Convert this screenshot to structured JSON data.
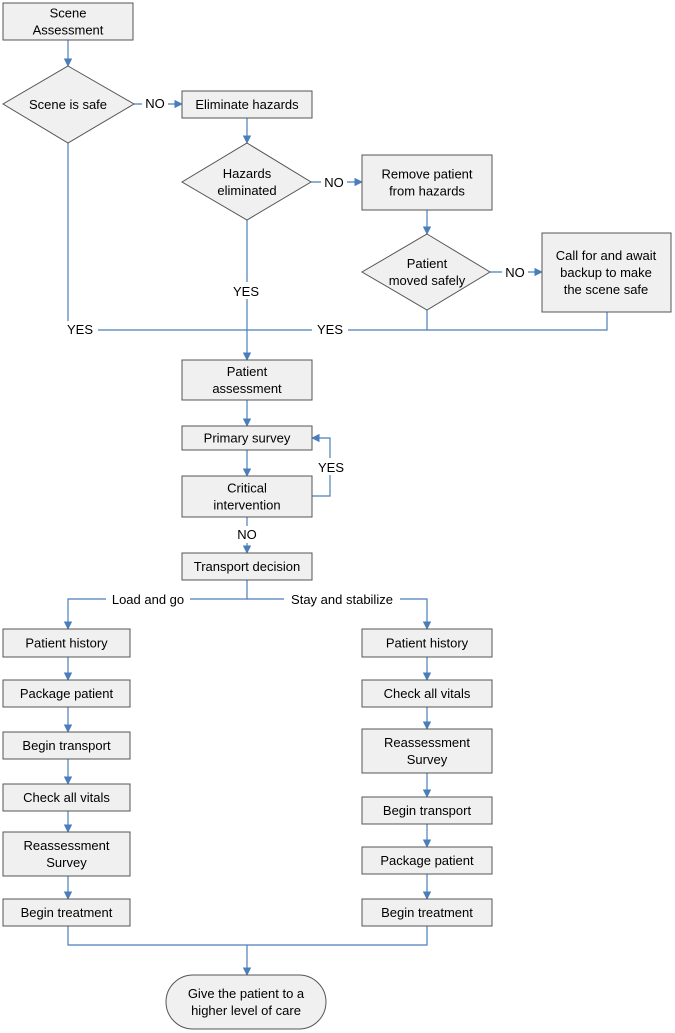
{
  "nodes": {
    "scene_assessment": "Scene\nAssessment",
    "scene_is_safe": "Scene is safe",
    "eliminate_hazards": "Eliminate hazards",
    "hazards_eliminated": "Hazards\neliminated",
    "remove_patient": "Remove patient\nfrom hazards",
    "patient_moved_safely": "Patient\nmoved safely",
    "call_for_backup": "Call for and await\nbackup to make\nthe scene safe",
    "patient_assessment": "Patient\nassessment",
    "primary_survey": "Primary survey",
    "critical_intervention": "Critical\nintervention",
    "transport_decision": "Transport decision",
    "left_patient_history": "Patient history",
    "left_package_patient": "Package patient",
    "left_begin_transport": "Begin transport",
    "left_check_vitals": "Check all vitals",
    "left_reassessment": "Reassessment\nSurvey",
    "left_begin_treatment": "Begin treatment",
    "right_patient_history": "Patient history",
    "right_check_vitals": "Check all vitals",
    "right_reassessment": "Reassessment\nSurvey",
    "right_begin_transport": "Begin transport",
    "right_package_patient": "Package patient",
    "right_begin_treatment": "Begin treatment",
    "higher_care": "Give the patient to a\nhigher level of care"
  },
  "edge_labels": {
    "scene_safe_no": "NO",
    "hazards_no": "NO",
    "moved_no": "NO",
    "hazards_yes": "YES",
    "scene_safe_yes": "YES",
    "merge_yes": "YES",
    "critical_yes": "YES",
    "critical_no": "NO",
    "load_and_go": "Load and go",
    "stay_and_stabilize": "Stay and stabilize"
  },
  "colors": {
    "connector": "#4a7ebb",
    "node_fill": "#f0f0f0",
    "node_border": "#555555"
  }
}
